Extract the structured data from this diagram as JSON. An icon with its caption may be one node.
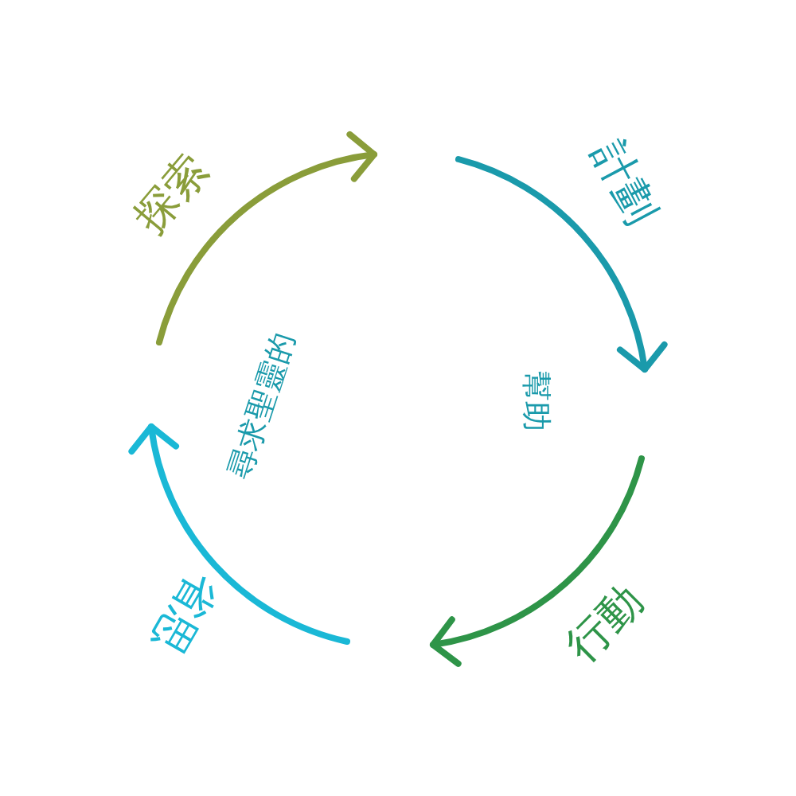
{
  "diagram": {
    "nodes": [
      {
        "text": [
          "探索"
        ]
      },
      {
        "text": [
          "計劃"
        ]
      },
      {
        "text": [
          "行動"
        ]
      },
      {
        "text": [
          "省思"
        ]
      }
    ],
    "labels": [
      "尋求聖靈的",
      "幫助"
    ]
  }
}
